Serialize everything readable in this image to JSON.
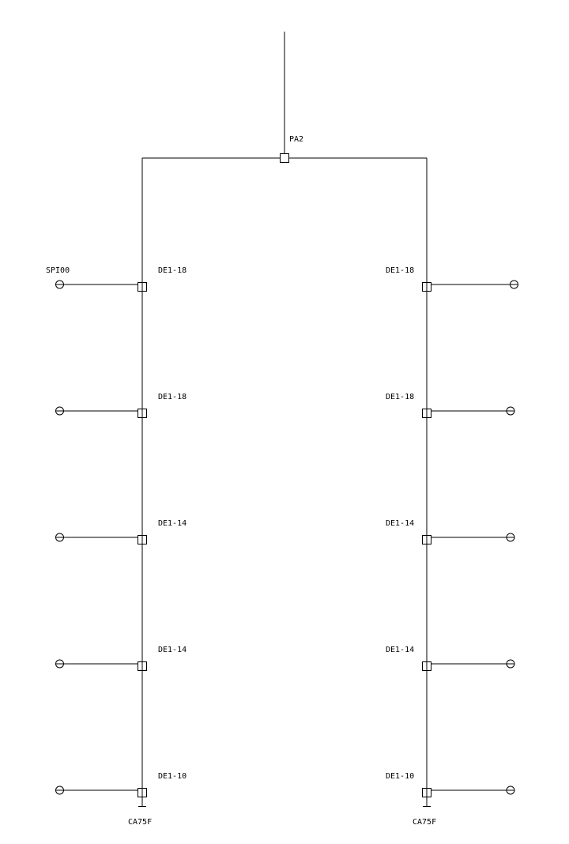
{
  "diagram": {
    "panel_label": "PA2",
    "start_label": "SPI00",
    "end_labels": {
      "left": "CA75F",
      "right": "CA75F"
    },
    "left_branch": {
      "nodes": [
        {
          "label": "DE1-18"
        },
        {
          "label": "DE1-18"
        },
        {
          "label": "DE1-14"
        },
        {
          "label": "DE1-14"
        },
        {
          "label": "DE1-10"
        }
      ]
    },
    "right_branch": {
      "nodes": [
        {
          "label": "DE1-18"
        },
        {
          "label": "DE1-18"
        },
        {
          "label": "DE1-14"
        },
        {
          "label": "DE1-14"
        },
        {
          "label": "DE1-10"
        }
      ]
    }
  }
}
